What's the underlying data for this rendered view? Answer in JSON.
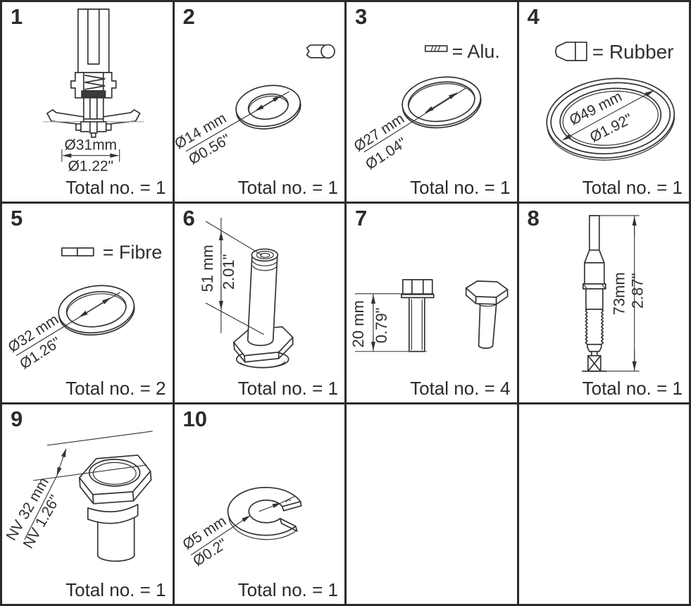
{
  "page": {
    "background": "#ffffff",
    "line_color": "#2b2b2b"
  },
  "cells": [
    {
      "number": "1",
      "dim_metric": "Ø31mm",
      "dim_imperial": "Ø1.22\"",
      "total": "Total no. = 1"
    },
    {
      "number": "2",
      "dim_metric": "Ø14 mm",
      "dim_imperial": "Ø0.56\"",
      "total": "Total no. = 1",
      "icon": "washer-cross-section-icon"
    },
    {
      "number": "3",
      "legend": "= Alu.",
      "dim_metric": "Ø27 mm",
      "dim_imperial": "Ø1.04\"",
      "total": "Total no. = 1",
      "icon": "alu-cross-section-icon"
    },
    {
      "number": "4",
      "legend": "= Rubber",
      "dim_metric": "Ø49 mm",
      "dim_imperial": "Ø1.92\"",
      "total": "Total no. = 1",
      "icon": "rubber-cross-section-icon"
    },
    {
      "number": "5",
      "legend": "= Fibre",
      "dim_metric": "Ø32 mm",
      "dim_imperial": "Ø1.26\"",
      "total": "Total no. = 2",
      "icon": "fibre-cross-section-icon"
    },
    {
      "number": "6",
      "dim_metric": "51 mm",
      "dim_imperial": "2.01\"",
      "total": "Total no. = 1"
    },
    {
      "number": "7",
      "dim_metric": "20 mm",
      "dim_imperial": "0.79\"",
      "total": "Total no. = 4"
    },
    {
      "number": "8",
      "dim_metric": "73mm",
      "dim_imperial": "2.87\"",
      "total": "Total no. = 1"
    },
    {
      "number": "9",
      "dim_metric": "NV 32 mm",
      "dim_imperial": "NV 1.26\"",
      "total": "Total no. = 1"
    },
    {
      "number": "10",
      "dim_metric": "Ø5 mm",
      "dim_imperial": "Ø0.2\"",
      "total": "Total no. = 1"
    }
  ]
}
